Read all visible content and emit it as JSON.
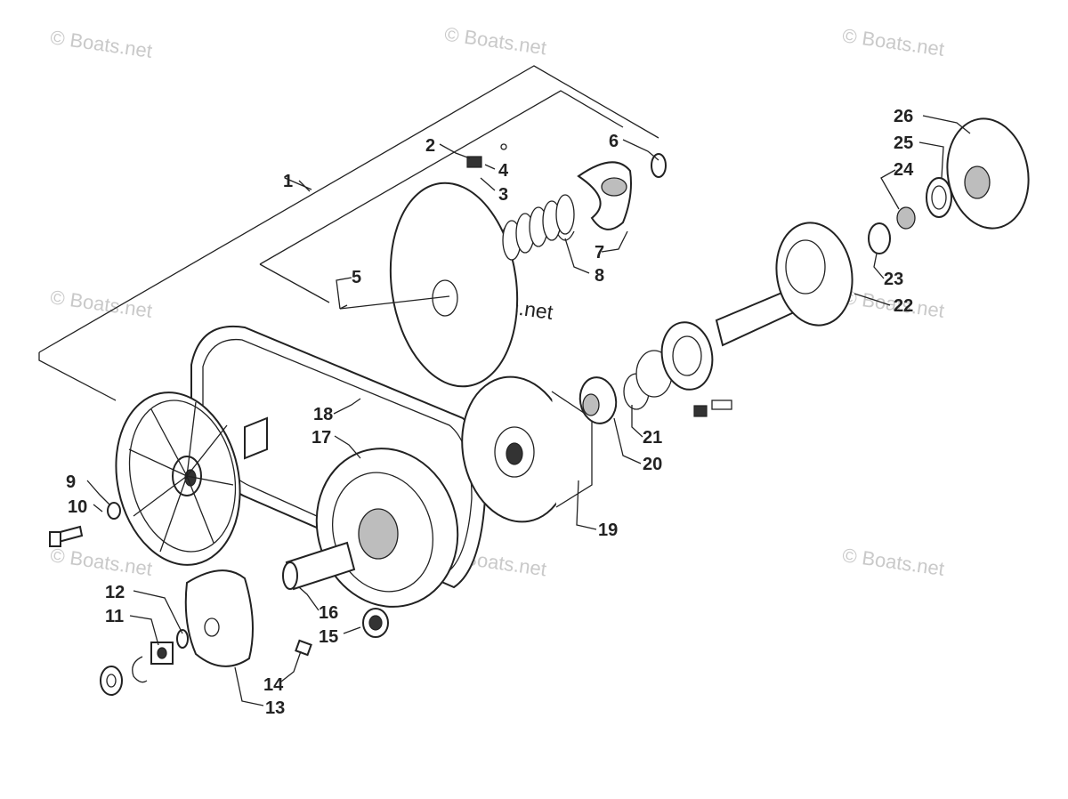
{
  "watermark": "© Boats.net",
  "center_watermark": "© Boats.net",
  "callouts": [
    "1",
    "2",
    "3",
    "4",
    "5",
    "6",
    "7",
    "8",
    "9",
    "10",
    "11",
    "12",
    "13",
    "14",
    "15",
    "16",
    "17",
    "18",
    "19",
    "20",
    "21",
    "22",
    "23",
    "24",
    "25",
    "26"
  ]
}
